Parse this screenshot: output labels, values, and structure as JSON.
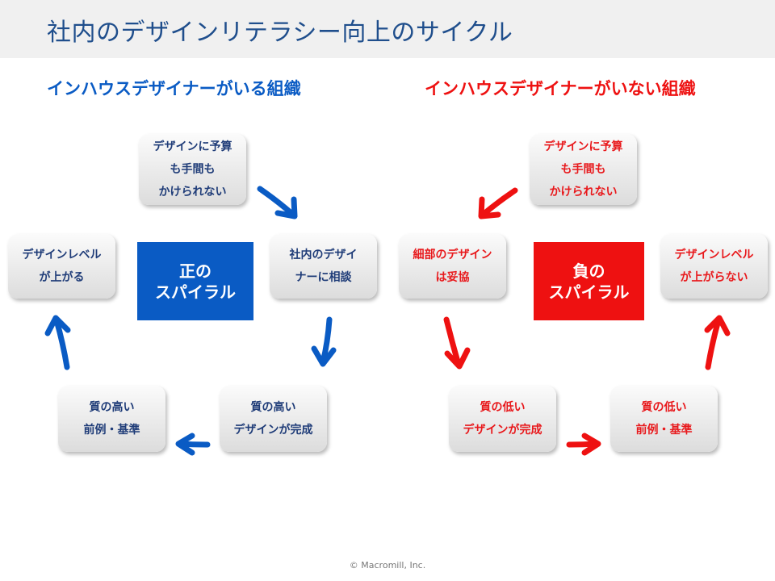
{
  "title": "社内のデザインリテラシー向上のサイクル",
  "left": {
    "heading": "インハウスデザイナーがいる組織",
    "center_label": "正の\nスパイラル",
    "cards": {
      "top": "デザインに予算\nも手間も\nかけられない",
      "right": "社内のデザイ\nナーに相談",
      "bottom_right": "質の高い\nデザインが完成",
      "bottom_left": "質の高い\n前例・基準",
      "left": "デザインレベル\nが上がる"
    }
  },
  "right": {
    "heading": "インハウスデザイナーがいない組織",
    "center_label": "負の\nスパイラル",
    "cards": {
      "top": "デザインに予算\nも手間も\nかけられない",
      "left": "細部のデザイン\nは妥協",
      "bottom_left": "質の低い\nデザインが完成",
      "bottom_right": "質の低い\n前例・基準",
      "right": "デザインレベル\nが上がらない"
    }
  },
  "colors": {
    "blue": "#0a5bc4",
    "red": "#ee1111",
    "dark_blue_text": "#1f3c78",
    "title_blue": "#1f4e8c"
  },
  "footer": "© Macromill, Inc."
}
